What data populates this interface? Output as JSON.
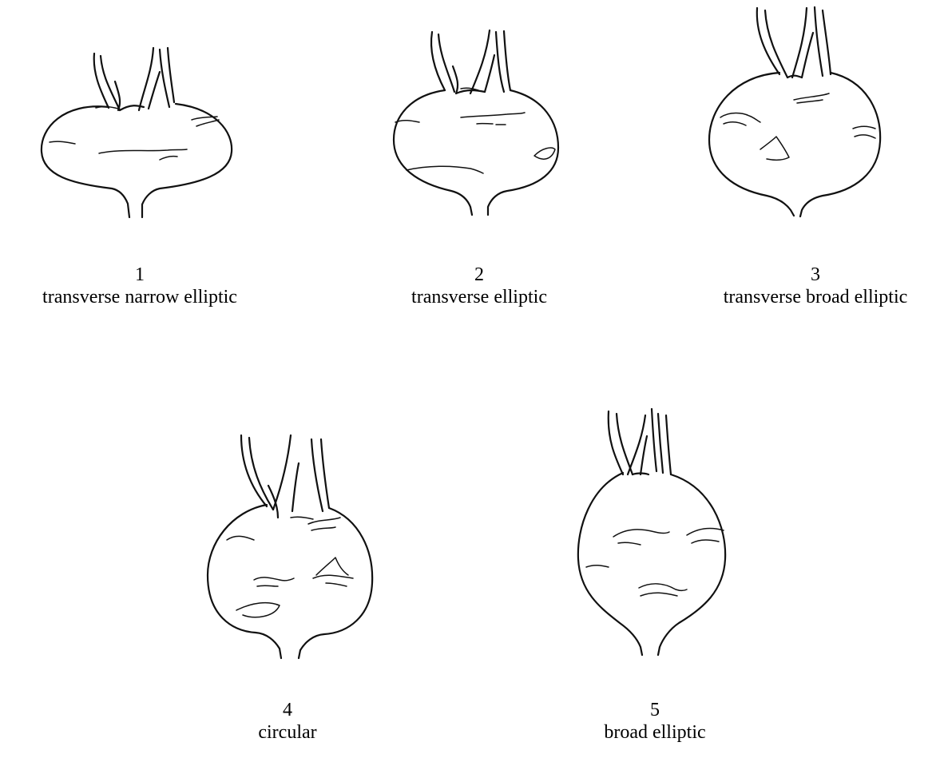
{
  "shapes": [
    {
      "number": "1",
      "label": "transverse narrow elliptic",
      "icon": "turnip-transverse-narrow-elliptic"
    },
    {
      "number": "2",
      "label": "transverse elliptic",
      "icon": "turnip-transverse-elliptic"
    },
    {
      "number": "3",
      "label": "transverse broad elliptic",
      "icon": "turnip-transverse-broad-elliptic"
    },
    {
      "number": "4",
      "label": "circular",
      "icon": "turnip-circular"
    },
    {
      "number": "5",
      "label": "broad elliptic",
      "icon": "turnip-broad-elliptic"
    }
  ]
}
